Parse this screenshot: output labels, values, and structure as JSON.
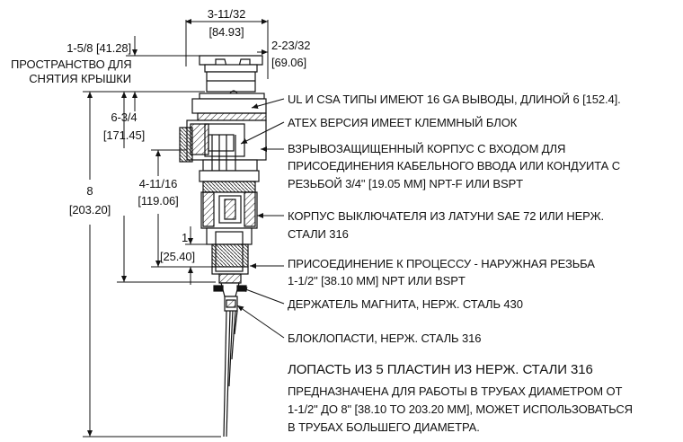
{
  "dimensions": {
    "top_width": "3-11/32",
    "top_width_mm": "[84.93]",
    "cap_width": "2-23/32",
    "cap_width_mm": "[69.06]",
    "clearance": "1-5/8 [41.28]",
    "clearance_note_1": "ПРОСТРАНСТВО ДЛЯ",
    "clearance_note_2": "СНЯТИЯ КРЫШКИ",
    "housing_height": "6-3/4",
    "housing_height_mm": "[171.45]",
    "body_height": "4-11/16",
    "body_height_mm": "[119.06]",
    "overall_height": "8",
    "overall_height_mm": "[203.20]",
    "thread_length": "1",
    "thread_length_mm": "[25.40]"
  },
  "callouts": [
    "UL И CSA ТИПЫ ИМЕЮТ 16 GA ВЫВОДЫ, ДЛИНОЙ 6 [152.4].",
    "ATEX ВЕРСИЯ ИМЕЕТ КЛЕММНЫЙ БЛОК",
    "ВЗРЫВОЗАЩИЩЕННЫЙ КОРПУС С ВХОДОМ ДЛЯ",
    "ПРИСОЕДИНЕНИЯ КАБЕЛЬНОГО ВВОДА ИЛИ КОНДУИТА С",
    "РЕЗЬБОЙ 3/4\" [19.05 MM] NPT-F ИЛИ BSPT",
    "КОРПУС ВЫКЛЮЧАТЕЛЯ ИЗ ЛАТУНИ SAE 72 ИЛИ НЕРЖ.",
    "СТАЛИ 316",
    "ПРИСОЕДИНЕНИЕ К ПРОЦЕССУ - НАРУЖНАЯ РЕЗЬБА",
    "1-1/2\" [38.10 MM] NPT ИЛИ BSPT",
    "ДЕРЖАТЕЛЬ МАГНИТА, НЕРЖ. СТАЛЬ 430",
    "БЛОКЛОПАСТИ, НЕРЖ. СТАЛЬ 316"
  ],
  "paddle_note": {
    "title": "ЛОПАСТЬ ИЗ 5 ПЛАСТИН ИЗ НЕРЖ. СТАЛИ 316",
    "line1": "ПРЕДНАЗНАЧЕНА ДЛЯ РАБОТЫ В ТРУБАХ ДИАМЕТРОМ ОТ",
    "line2": "1-1/2\" ДО 8\" [38.10 TO 203.20 MM], МОЖЕТ ИСПОЛЬЗОВАТЬСЯ",
    "line3": "В ТРУБАХ БОЛЬШЕГО ДИАМЕТРА."
  }
}
